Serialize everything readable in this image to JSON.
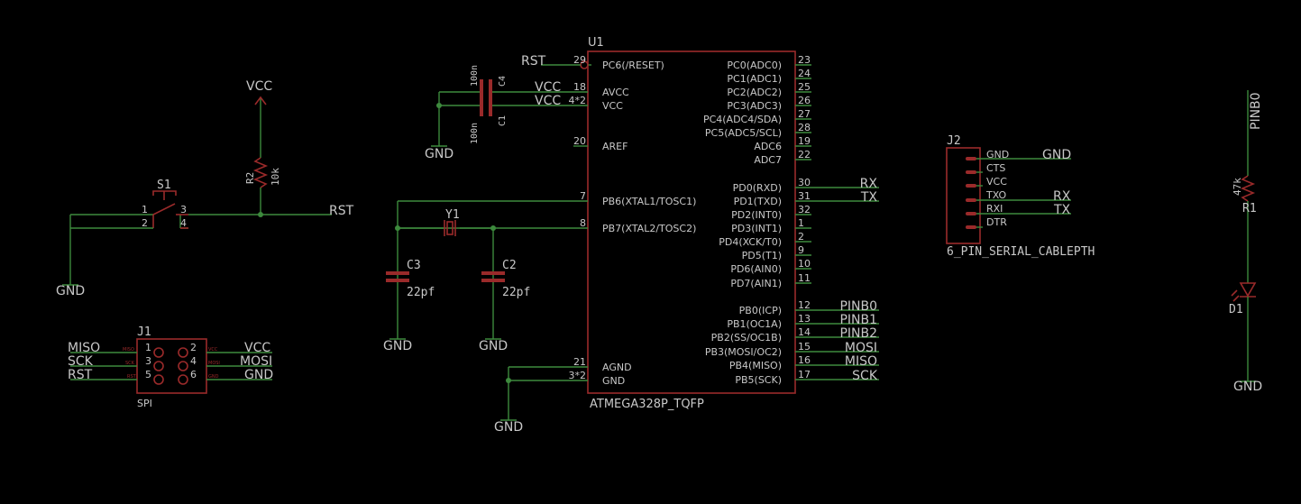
{
  "u1": {
    "ref": "U1",
    "value": "ATMEGA328P_TQFP",
    "left_pins": [
      {
        "name": "PC6(/RESET)",
        "num": "29"
      },
      {
        "name": "AVCC",
        "num": "18"
      },
      {
        "name": "VCC",
        "num": "4*2"
      },
      {
        "name": "AREF",
        "num": "20"
      },
      {
        "name": "PB6(XTAL1/TOSC1)",
        "num": "7"
      },
      {
        "name": "PB7(XTAL2/TOSC2)",
        "num": "8"
      },
      {
        "name": "AGND",
        "num": "21"
      },
      {
        "name": "GND",
        "num": "3*2"
      }
    ],
    "right_pins": [
      {
        "name": "PC0(ADC0)",
        "num": "23"
      },
      {
        "name": "PC1(ADC1)",
        "num": "24"
      },
      {
        "name": "PC2(ADC2)",
        "num": "25"
      },
      {
        "name": "PC3(ADC3)",
        "num": "26"
      },
      {
        "name": "PC4(ADC4/SDA)",
        "num": "27"
      },
      {
        "name": "PC5(ADC5/SCL)",
        "num": "28"
      },
      {
        "name": "ADC6",
        "num": "19"
      },
      {
        "name": "ADC7",
        "num": "22"
      },
      {
        "name": "PD0(RXD)",
        "num": "30",
        "net": "RX"
      },
      {
        "name": "PD1(TXD)",
        "num": "31",
        "net": "TX"
      },
      {
        "name": "PD2(INT0)",
        "num": "32"
      },
      {
        "name": "PD3(INT1)",
        "num": "1"
      },
      {
        "name": "PD4(XCK/T0)",
        "num": "2"
      },
      {
        "name": "PD5(T1)",
        "num": "9"
      },
      {
        "name": "PD6(AIN0)",
        "num": "10"
      },
      {
        "name": "PD7(AIN1)",
        "num": "11"
      },
      {
        "name": "PB0(ICP)",
        "num": "12",
        "net": "PINB0"
      },
      {
        "name": "PB1(OC1A)",
        "num": "13",
        "net": "PINB1"
      },
      {
        "name": "PB2(SS/OC1B)",
        "num": "14",
        "net": "PINB2"
      },
      {
        "name": "PB3(MOSI/OC2)",
        "num": "15",
        "net": "MOSI"
      },
      {
        "name": "PB4(MISO)",
        "num": "16",
        "net": "MISO"
      },
      {
        "name": "PB5(SCK)",
        "num": "17",
        "net": "SCK"
      }
    ],
    "nets": {
      "rst": "RST",
      "vcc_avcc": "VCC",
      "vcc_vcc": "VCC"
    }
  },
  "c4": {
    "ref": "C4",
    "value": "100n"
  },
  "c1": {
    "ref": "C1",
    "value": "100n"
  },
  "cap_gnd": "GND",
  "y1": {
    "ref": "Y1"
  },
  "c3": {
    "ref": "C3",
    "value": "22pf",
    "gnd": "GND"
  },
  "c2": {
    "ref": "C2",
    "value": "22pf",
    "gnd": "GND"
  },
  "u1_gnd": "GND",
  "reset": {
    "vcc": "VCC",
    "r2": {
      "ref": "R2",
      "value": "10k"
    },
    "s1": {
      "ref": "S1",
      "pins": [
        "1",
        "2",
        "3",
        "4"
      ]
    },
    "net": "RST",
    "gnd": "GND"
  },
  "j1": {
    "ref": "J1",
    "value": "SPI",
    "pins_left": [
      "1",
      "3",
      "5"
    ],
    "pins_right": [
      "2",
      "4",
      "6"
    ],
    "tiny_left": [
      "MISO",
      "SCK",
      "RST"
    ],
    "tiny_right": [
      "VCC",
      "MOSI",
      "GND"
    ],
    "nets_left": [
      "MISO",
      "SCK",
      "RST"
    ],
    "nets_right": [
      "VCC",
      "MOSI",
      "GND"
    ]
  },
  "j2": {
    "ref": "J2",
    "value": "6_PIN_SERIAL_CABLEPTH",
    "pins": [
      "GND",
      "CTS",
      "VCC",
      "TXO",
      "RXI",
      "DTR"
    ],
    "nets": {
      "gnd": "GND",
      "rx": "RX",
      "tx": "TX"
    }
  },
  "led": {
    "net": "PINB0",
    "r1": {
      "ref": "R1",
      "value": "47k"
    },
    "d1": {
      "ref": "D1"
    },
    "gnd": "GND"
  }
}
